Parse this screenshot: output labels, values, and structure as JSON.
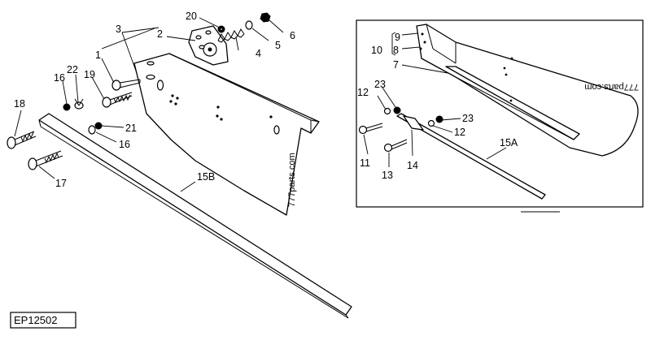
{
  "diagram_code": "EP12502",
  "watermarks": [
    "777parts.com",
    "777parts.com"
  ],
  "callouts_main": {
    "c1": "1",
    "c2": "2",
    "c3": "3",
    "c4": "4",
    "c5": "5",
    "c6": "6",
    "c16a": "16",
    "c16b": "16",
    "c17": "17",
    "c18": "18",
    "c19": "19",
    "c20": "20",
    "c21": "21",
    "c22": "22",
    "c15b": "15B"
  },
  "callouts_inset": {
    "c7": "7",
    "c8": "8",
    "c9": "9",
    "c10": "10",
    "c11": "11",
    "c12a": "12",
    "c12b": "12",
    "c13": "13",
    "c14": "14",
    "c15a": "15A",
    "c23a": "23",
    "c23b": "23"
  }
}
